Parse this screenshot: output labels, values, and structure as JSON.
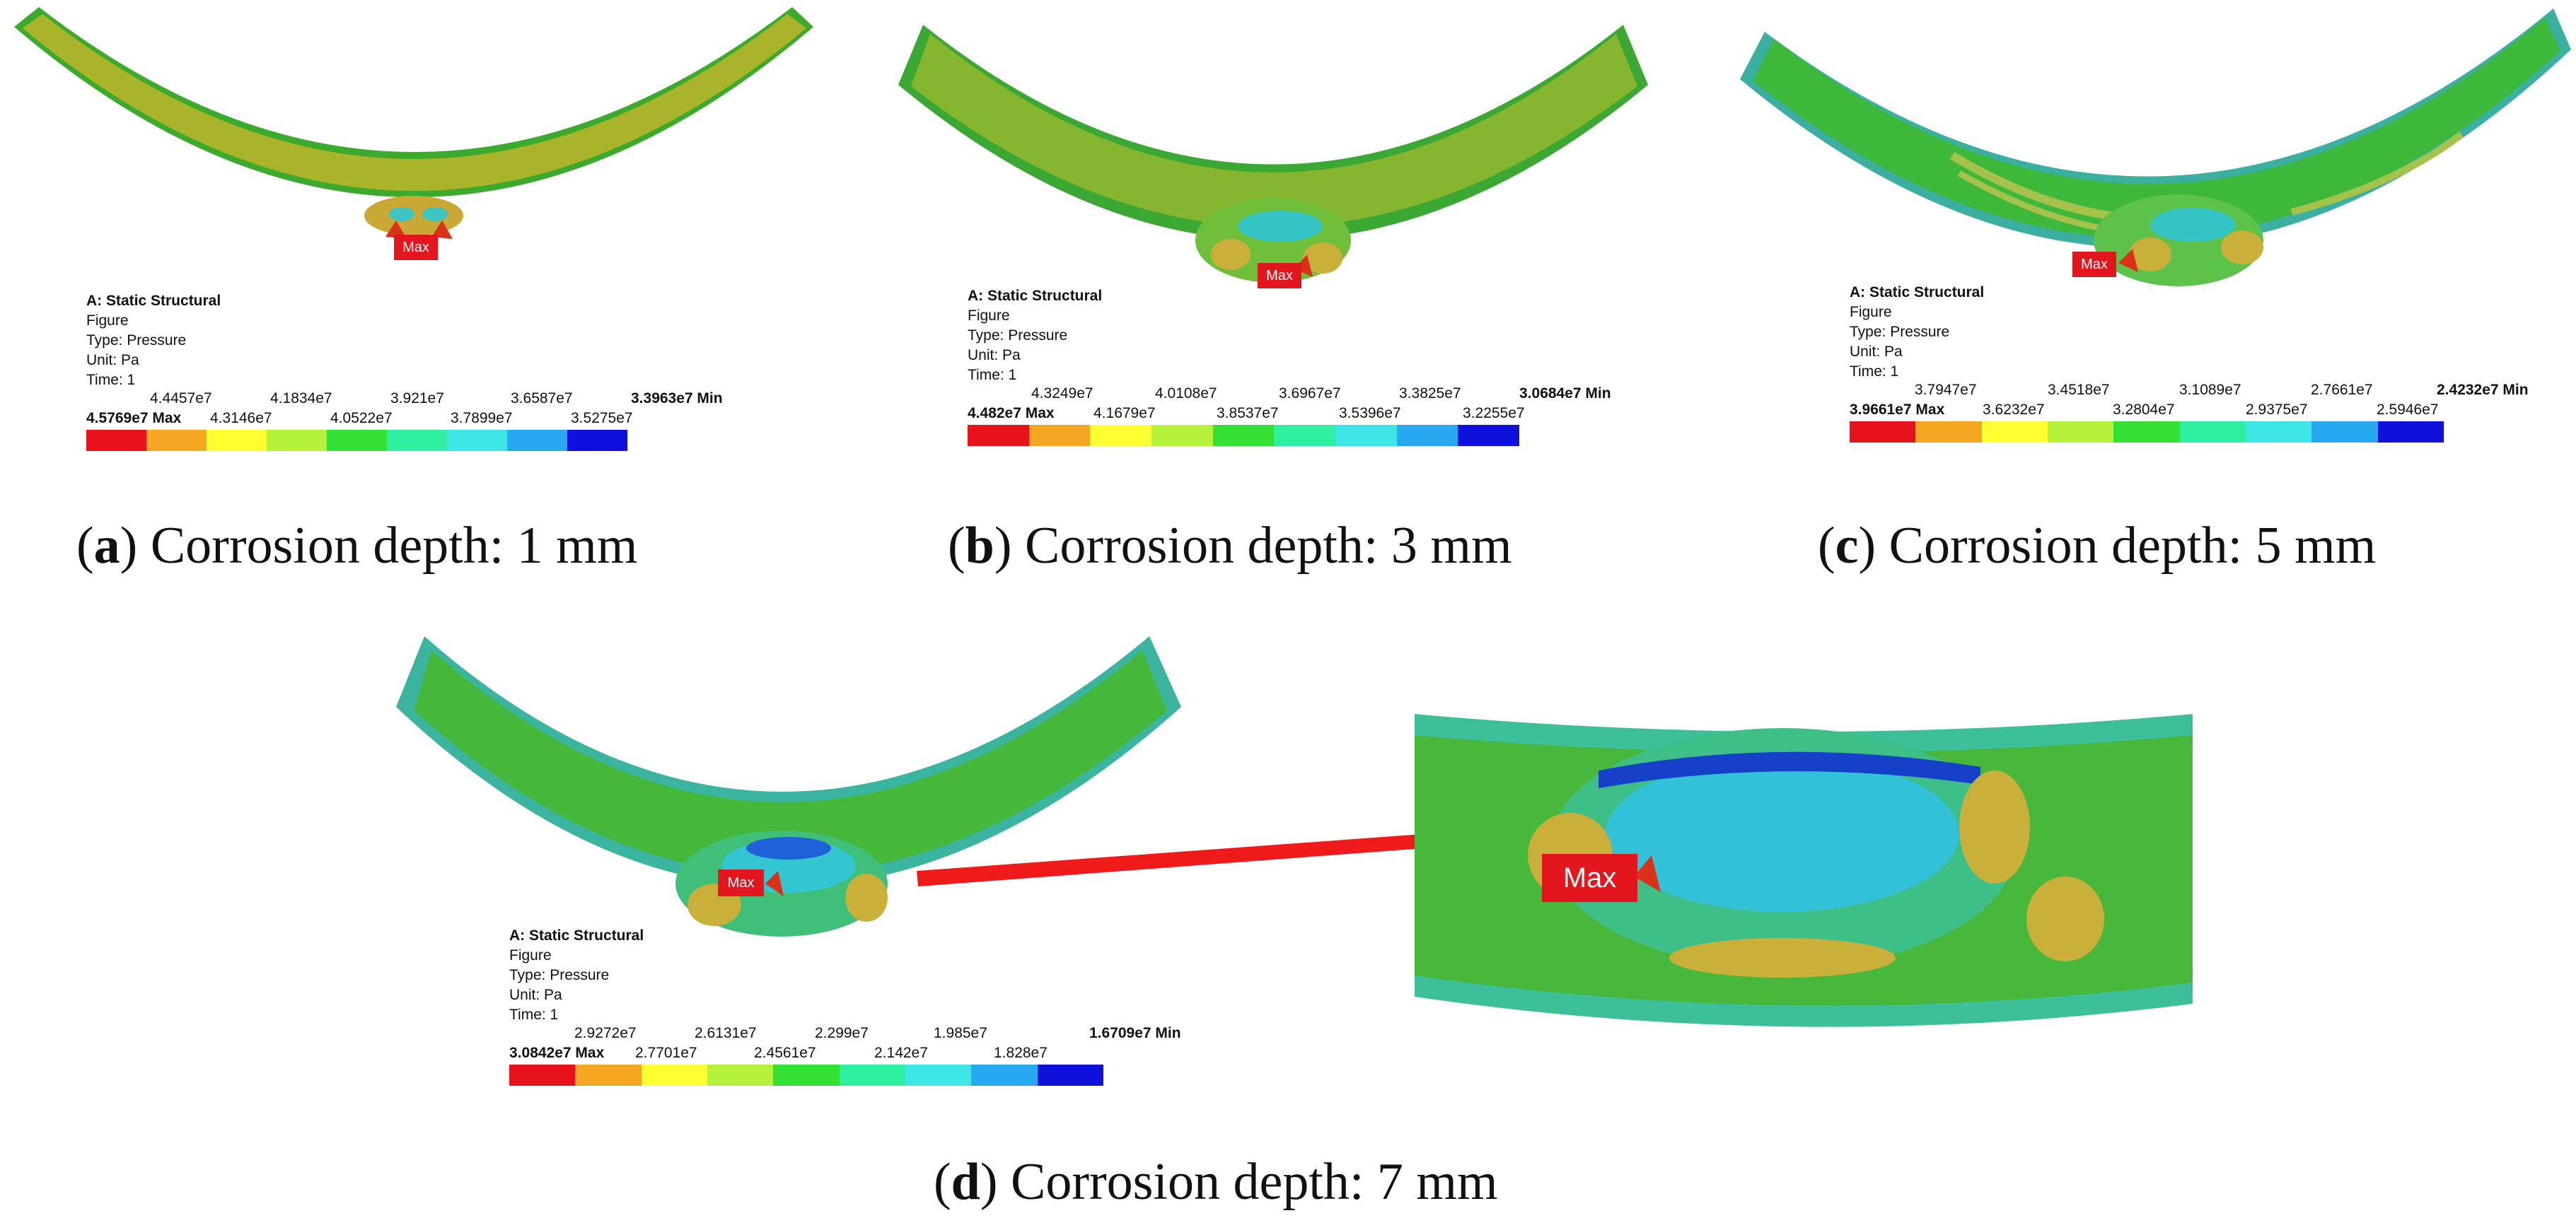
{
  "panels": {
    "a": {
      "label": "a",
      "caption": "Corrosion depth: 1 mm",
      "legend": {
        "analysis": "A: Static Structural",
        "name": "Figure",
        "type": "Type: Pressure",
        "unit": "Unit: Pa",
        "time": "Time: 1",
        "top_values": [
          "4.4457e7",
          "4.1834e7",
          "3.921e7",
          "3.6587e7",
          "3.3963e7 Min"
        ],
        "bottom_values": [
          "4.5769e7 Max",
          "4.3146e7",
          "4.0522e7",
          "3.7899e7",
          "3.5275e7"
        ]
      },
      "marker": "Max"
    },
    "b": {
      "label": "b",
      "caption": "Corrosion depth: 3 mm",
      "legend": {
        "analysis": "A: Static Structural",
        "name": "Figure",
        "type": "Type: Pressure",
        "unit": "Unit: Pa",
        "time": "Time: 1",
        "top_values": [
          "4.3249e7",
          "4.0108e7",
          "3.6967e7",
          "3.3825e7",
          "3.0684e7 Min"
        ],
        "bottom_values": [
          "4.482e7 Max",
          "4.1679e7",
          "3.8537e7",
          "3.5396e7",
          "3.2255e7"
        ]
      },
      "marker": "Max"
    },
    "c": {
      "label": "c",
      "caption": "Corrosion depth: 5 mm",
      "legend": {
        "analysis": "A: Static Structural",
        "name": "Figure",
        "type": "Type: Pressure",
        "unit": "Unit: Pa",
        "time": "Time: 1",
        "top_values": [
          "3.7947e7",
          "3.4518e7",
          "3.1089e7",
          "2.7661e7",
          "2.4232e7 Min"
        ],
        "bottom_values": [
          "3.9661e7 Max",
          "3.6232e7",
          "3.2804e7",
          "2.9375e7",
          "2.5946e7"
        ]
      },
      "marker": "Max"
    },
    "d": {
      "label": "d",
      "caption": "Corrosion depth: 7 mm",
      "legend": {
        "analysis": "A: Static Structural",
        "name": "Figure",
        "type": "Type: Pressure",
        "unit": "Unit: Pa",
        "time": "Time: 1",
        "top_values": [
          "2.9272e7",
          "2.6131e7",
          "2.299e7",
          "1.985e7",
          "1.6709e7 Min"
        ],
        "bottom_values": [
          "3.0842e7 Max",
          "2.7701e7",
          "2.4561e7",
          "2.142e7",
          "1.828e7"
        ]
      },
      "marker": "Max",
      "zoom_marker": "Max"
    }
  },
  "colormap": [
    "#e8121c",
    "#f5a623",
    "#ffff33",
    "#b6f23c",
    "#33e033",
    "#2ff0a0",
    "#3fe6e6",
    "#28a8f0",
    "#1010dc"
  ]
}
